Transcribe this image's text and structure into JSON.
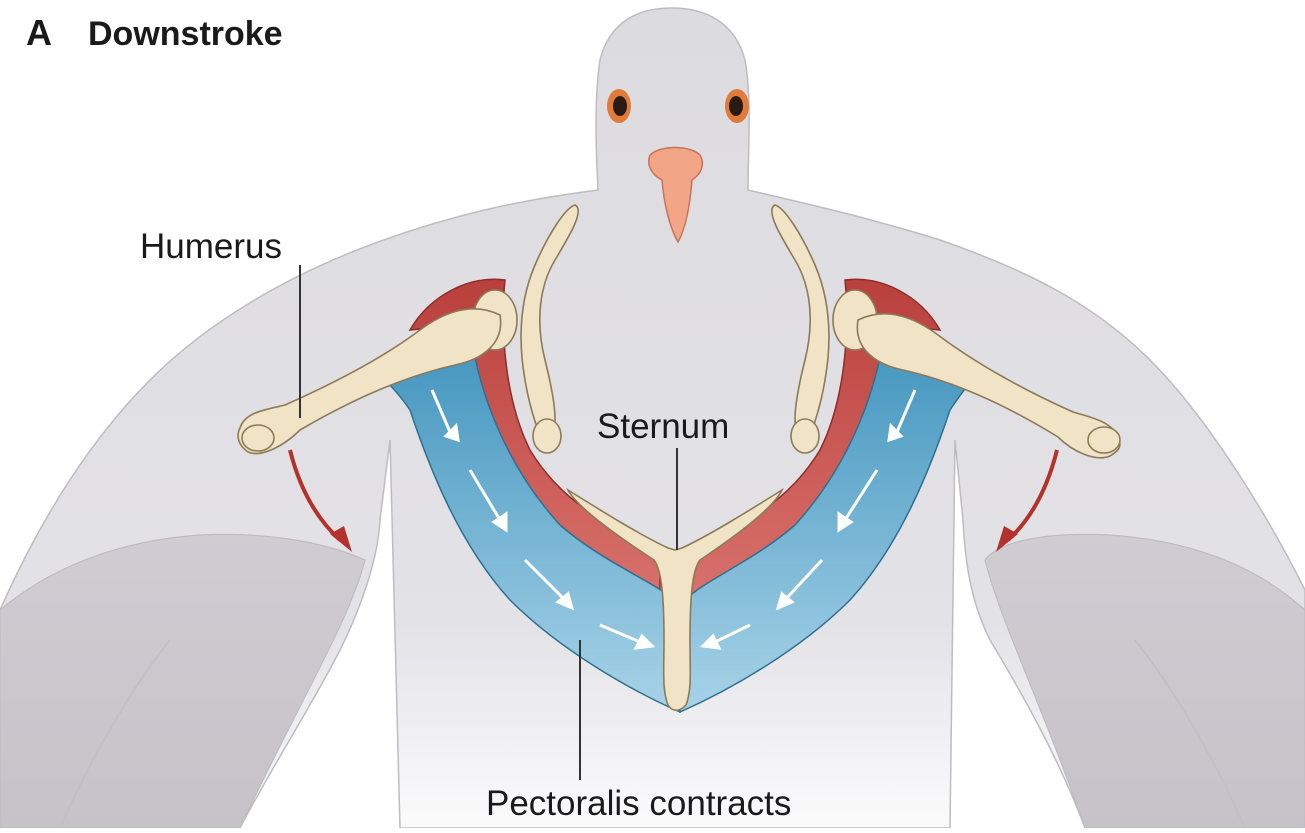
{
  "panel": {
    "letter": "A",
    "title": "Downstroke"
  },
  "labels": {
    "humerus": "Humerus",
    "sternum": "Sternum",
    "pectoralis": "Pectoralis contracts"
  },
  "colors": {
    "body": "#dcdbdf",
    "bone": "#f0e3c6",
    "supracoracoideus": "#c2504d",
    "pectoralis": "#5aa9cc",
    "arrow": "#b3332c",
    "beak": "#f2a587"
  }
}
